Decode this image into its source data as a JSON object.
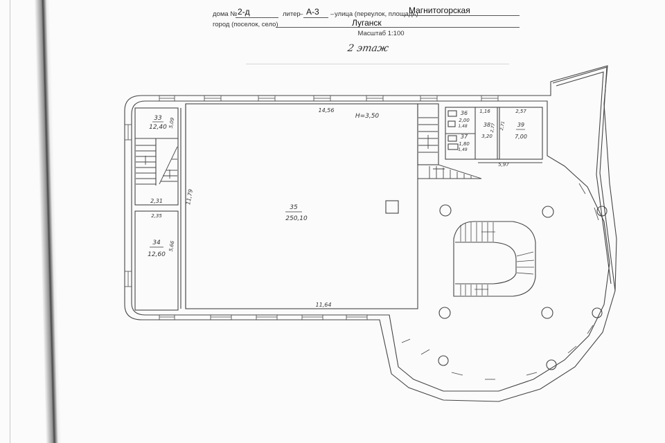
{
  "header": {
    "house_label": "дома №",
    "house_number": "2-д",
    "liter_label": "литер",
    "liter_value": "А-3",
    "street_label": "улица (переулок, площадь)",
    "street_value": "Магнитогорская",
    "city_label": "город (поселок, село)",
    "city_value": "Луганск",
    "scale": "Масштаб 1:100"
  },
  "floor_title": "2 этаж",
  "plan": {
    "height_mark": "H=3,50",
    "rooms": [
      {
        "number": "33",
        "area": "12,40"
      },
      {
        "number": "34",
        "area": "12,60"
      },
      {
        "number": "35",
        "area": "250,10"
      },
      {
        "number": "36",
        "area": "2,00"
      },
      {
        "number": "37",
        "area": "1,80"
      },
      {
        "number": "38",
        "area": "3,20"
      },
      {
        "number": "39",
        "area": "7,00"
      }
    ],
    "dimensions": {
      "top_hall": "14,56",
      "bottom_hall": "11,64",
      "left_hall": "11,79",
      "room33_side": "5,09",
      "stair_bottom": "2,31",
      "room34_top": "2,35",
      "room34_side": "5,66",
      "room36_side": "1,48",
      "room37_side": "1,49",
      "room38_top": "1,16",
      "room38_side": "2,77",
      "room39_top": "2,57",
      "room39_side": "2,71",
      "wc_block_bottom": "5,97"
    }
  }
}
